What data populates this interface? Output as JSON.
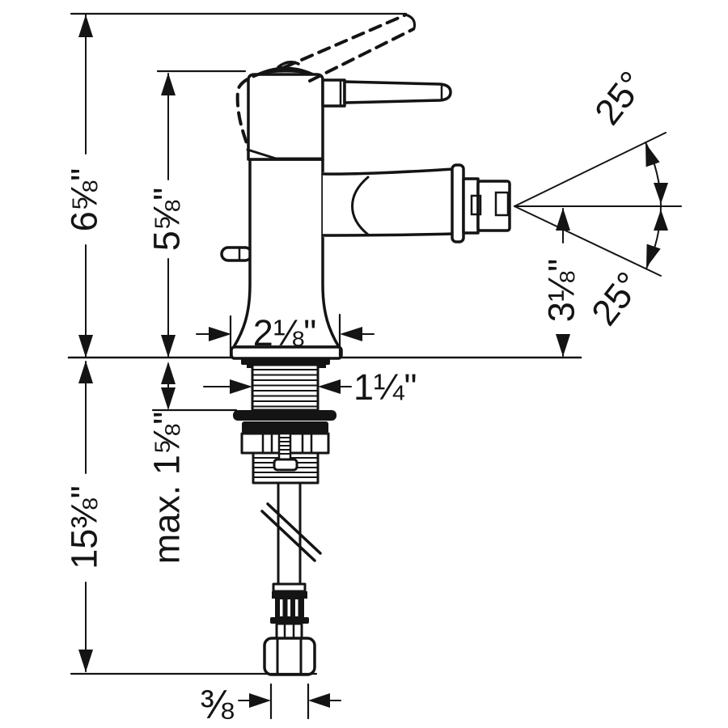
{
  "drawing": {
    "kind": "technical dimension drawing",
    "product": "single-hole lever-handle bidet faucet, side elevation",
    "units": "inches",
    "line_color": "#141414",
    "background_color": "#ffffff",
    "labels": {
      "overall_height": "6⅝\"",
      "height_to_handle_base": "5⅝\"",
      "below_deck_length": "15⅜\"",
      "max_deck_thickness": "max. 1⅝\"",
      "base_width": "2⅛\"",
      "shank_diameter": "1¼\"",
      "spout_outlet_height": "3⅛\"",
      "spray_angle_up": "25°",
      "spray_angle_down": "25°",
      "supply_connection_size": "⅜"
    }
  }
}
